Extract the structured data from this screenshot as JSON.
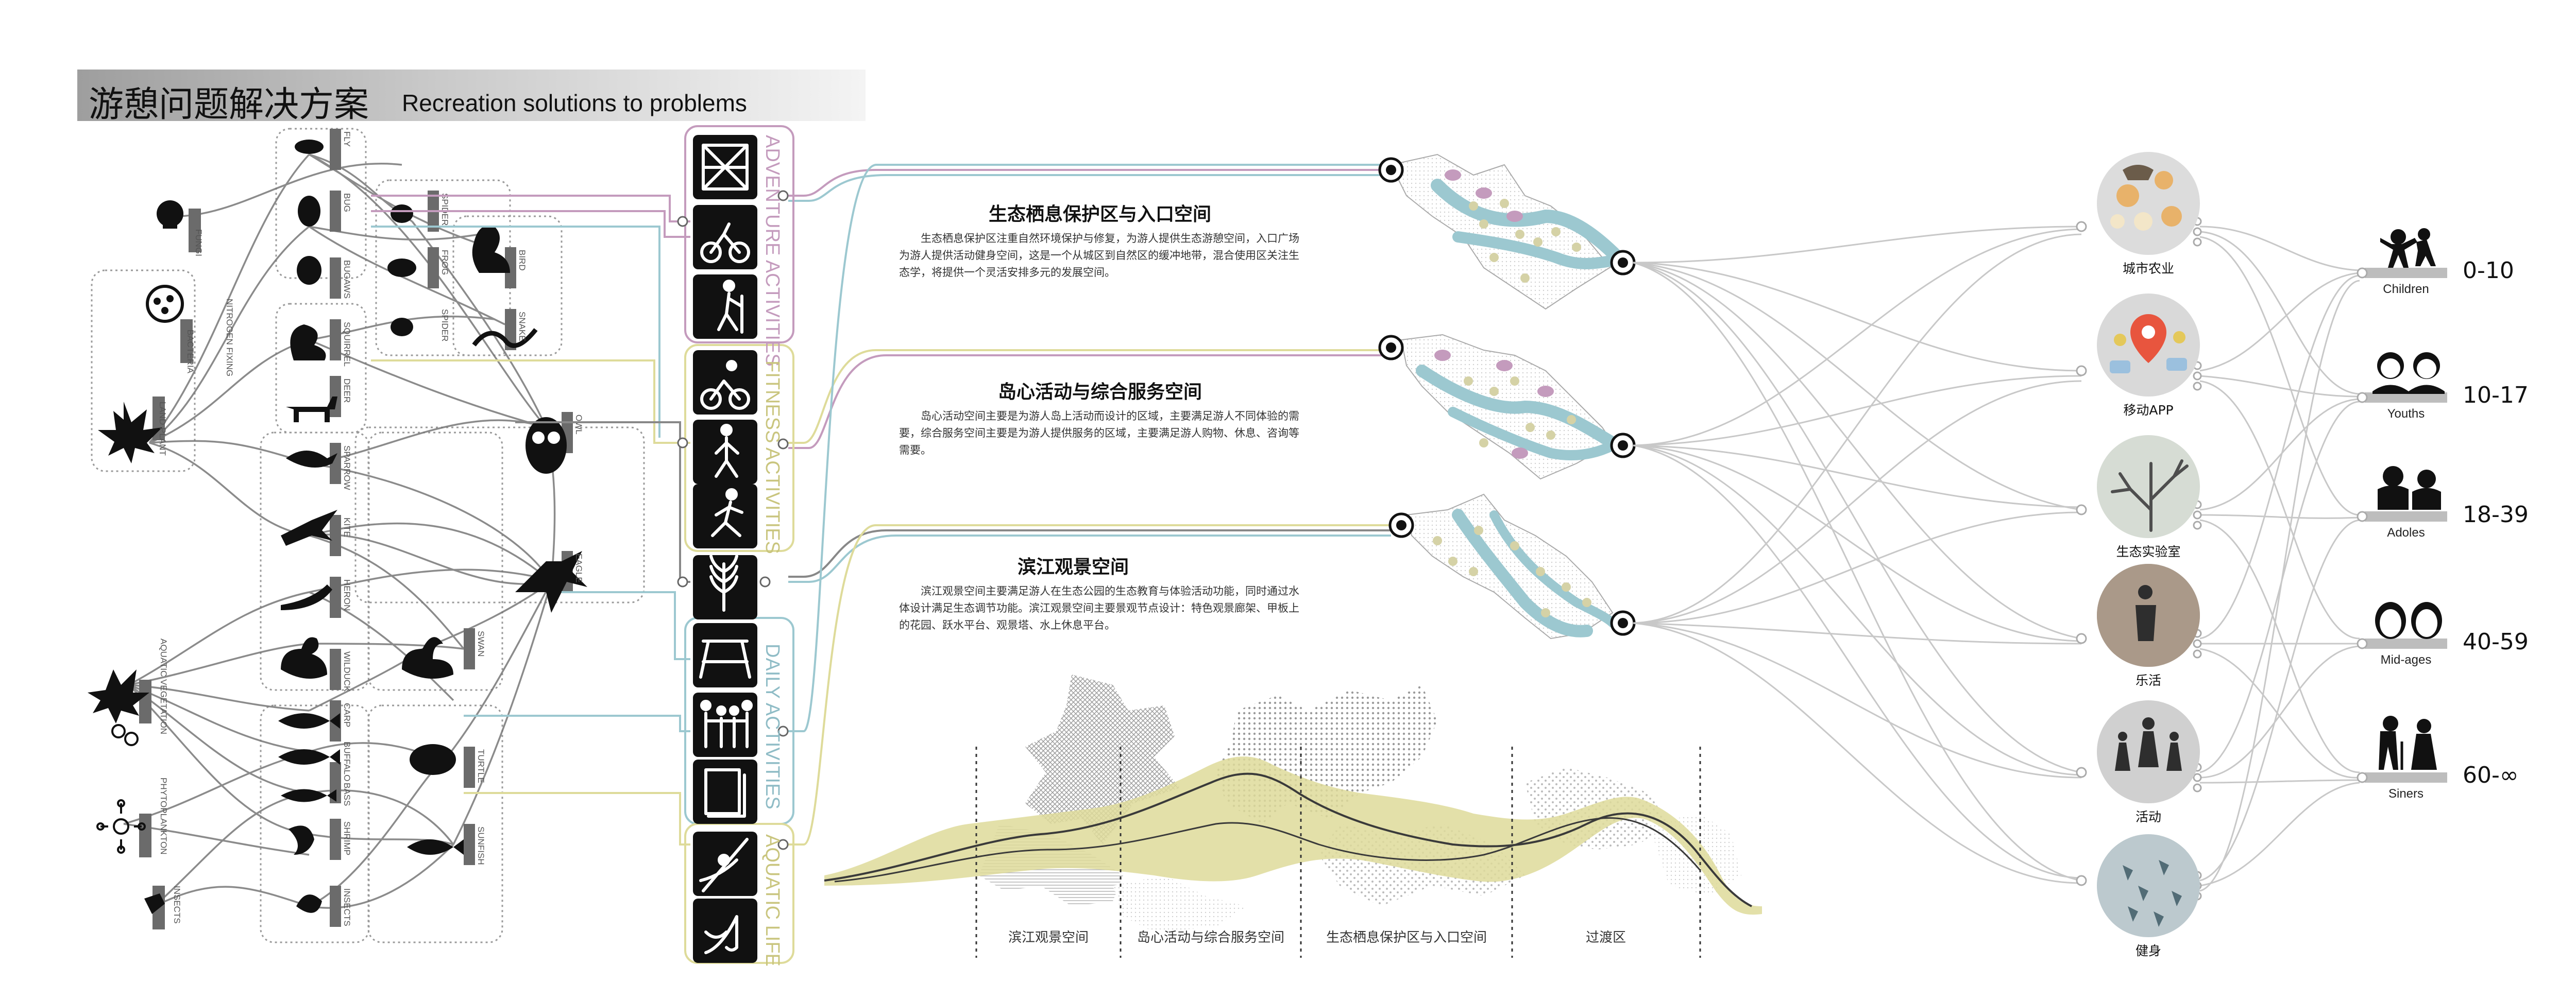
{
  "title": {
    "main": "游憩问题解决方案",
    "sub": "Recreation solutions to problems"
  },
  "species": {
    "left_groups": [
      "FUNGI",
      "BACTERIA",
      "NITROGEN FIXING",
      "LAND PLANT",
      "AQUATIC VEGETATION",
      "PHYTOPLANKTON",
      "INSECTS"
    ],
    "mid_labels": [
      "FLY",
      "BUG",
      "BUGAWS",
      "SQUIRREL",
      "DEER",
      "SPARROW",
      "KITE",
      "HERON",
      "WILDUCK",
      "CARP",
      "BUFFALO",
      "BASS",
      "SHRIMP",
      "SPIDER",
      "FROG",
      "SPIDER",
      "BIRD",
      "SNAKE",
      "OWL",
      "EAGLE",
      "SWAN",
      "TURTLE",
      "SUNFISH",
      "INSECTS"
    ]
  },
  "activity_groups": [
    {
      "label": "ADVENTURE ACTIVITIES",
      "color": "#c49bbd",
      "icons": [
        "map-icon",
        "mountain-bike-icon",
        "hiking-icon"
      ]
    },
    {
      "label": "FITNESS ACTIVITIES",
      "color": "#dedb9a",
      "icons": [
        "cycling-icon",
        "walking-icon",
        "running-icon"
      ]
    },
    {
      "label": "",
      "color": "#888888",
      "icons": [
        "wheat-icon"
      ]
    },
    {
      "label": "DAILY ACTIVITIES",
      "color": "#9cc8d0",
      "icons": [
        "picnic-table-icon",
        "family-icon",
        "book-icon"
      ]
    },
    {
      "label": "AQUATIC LIFE",
      "color": "#dedb9a",
      "icons": [
        "kayak-icon",
        "fishing-icon"
      ]
    }
  ],
  "spaces": [
    {
      "title": "生态栖息保护区与入口空间",
      "text": "生态栖息保护区注重自然环境保护与修复，为游人提供生态游憩空间，入口广场为游人提供活动健身空间，这是一个从城区到自然区的缓冲地带，混合使用区关注生态学，将提供一个灵活安排多元的发展空间。"
    },
    {
      "title": "岛心活动与综合服务空间",
      "text": "岛心活动空间主要是为游人岛上活动而设计的区域，主要满足游人不同体验的需要，综合服务空间主要是为游人提供服务的区域，主要满足游人购物、休息、咨询等需要。"
    },
    {
      "title": "滨江观景空间",
      "text": "滨江观景空间主要满足游人在生态公园的生态教育与体验活动功能，同时通过水体设计满足生态调节功能。滨江观景空间主要景观节点设计：特色观景廊架、甲板上的花园、跃水平台、观景塔、水上休息平台。"
    }
  ],
  "zones": [
    "滨江观景空间",
    "岛心活动与综合服务空间",
    "生态栖息保护区与入口空间",
    "过渡区"
  ],
  "categories": [
    "城市农业",
    "移动APP",
    "生态实验室",
    "乐活",
    "活动",
    "健身"
  ],
  "age_groups": [
    {
      "name": "Children",
      "range": "0-10",
      "icon": "children-icon"
    },
    {
      "name": "Youths",
      "range": "10-17",
      "icon": "youths-icon"
    },
    {
      "name": "Adoles",
      "range": "18-39",
      "icon": "adults-icon"
    },
    {
      "name": "Mid-ages",
      "range": "40-59",
      "icon": "middle-aged-icon"
    },
    {
      "name": "Siners",
      "range": "60-∞",
      "icon": "seniors-icon"
    }
  ],
  "colors": {
    "purple": "#c49bbd",
    "olive": "#dedb9a",
    "teal": "#9cc8d0",
    "river": "#b9d8a0",
    "dark": "#111111"
  }
}
